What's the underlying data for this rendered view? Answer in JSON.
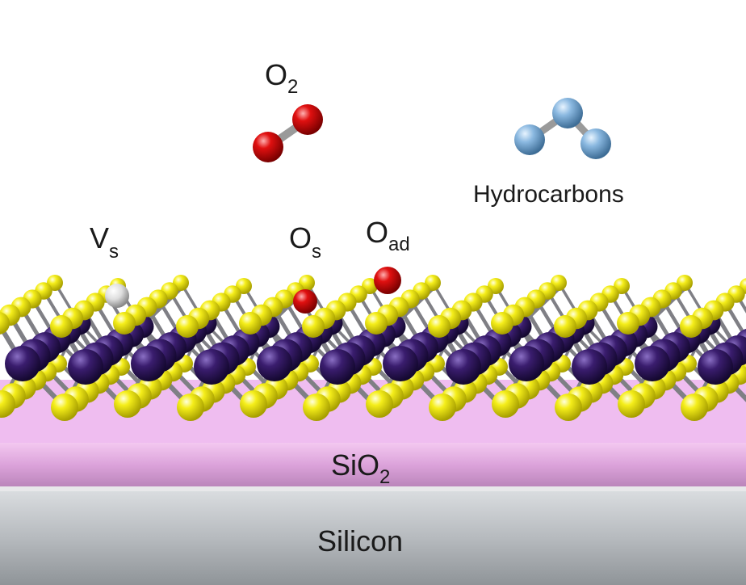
{
  "labels": {
    "o2_main": "O",
    "o2_sub": "2",
    "hydrocarbons": "Hydrocarbons",
    "vs_main": "V",
    "vs_sub": "s",
    "os_main": "O",
    "os_sub": "s",
    "oad_main": "O",
    "oad_sub": "ad",
    "sio2_main": "SiO",
    "sio2_sub": "2",
    "silicon": "Silicon"
  },
  "colors": {
    "sulfur": "#f2ea12",
    "metal": "#3a1d6e",
    "oxygen": "#e01010",
    "vacancy": "#e6e6e6",
    "carbon": "#8ab8e0",
    "bond": "#8c8c8c",
    "sio2": "#dca0dc",
    "silicon": "#b8bcc0"
  },
  "icons": [
    "o2-molecule-icon",
    "hydrocarbon-molecule-icon",
    "sulfur-vacancy-atom-icon",
    "oxygen-atom-icon"
  ]
}
